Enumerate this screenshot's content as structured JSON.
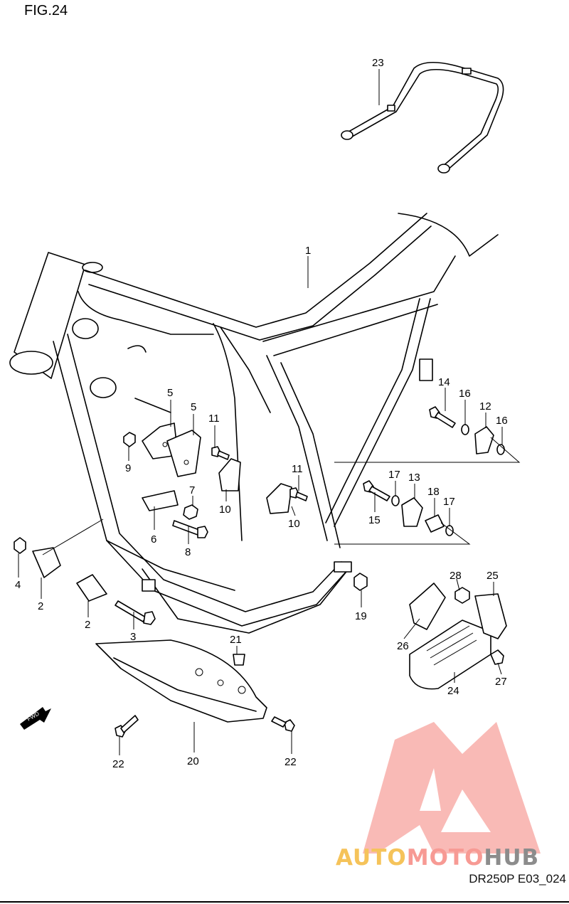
{
  "figure_title": "FIG.24",
  "footer_code": "DR250P E03_024",
  "watermark": {
    "parts": [
      "AUTO",
      "MOTO",
      "HUB"
    ],
    "colors": {
      "auto": "#f5c35a",
      "moto": "#f79a94",
      "hub": "#8c8c8c",
      "logo": "#f47c74"
    }
  },
  "callouts": [
    {
      "id": "c1",
      "label": "1"
    },
    {
      "id": "c2a",
      "label": "2"
    },
    {
      "id": "c2b",
      "label": "2"
    },
    {
      "id": "c3",
      "label": "3"
    },
    {
      "id": "c4",
      "label": "4"
    },
    {
      "id": "c5a",
      "label": "5"
    },
    {
      "id": "c5b",
      "label": "5"
    },
    {
      "id": "c6",
      "label": "6"
    },
    {
      "id": "c7",
      "label": "7"
    },
    {
      "id": "c8",
      "label": "8"
    },
    {
      "id": "c9",
      "label": "9"
    },
    {
      "id": "c10a",
      "label": "10"
    },
    {
      "id": "c10b",
      "label": "10"
    },
    {
      "id": "c11a",
      "label": "11"
    },
    {
      "id": "c11b",
      "label": "11"
    },
    {
      "id": "c12",
      "label": "12"
    },
    {
      "id": "c13",
      "label": "13"
    },
    {
      "id": "c14",
      "label": "14"
    },
    {
      "id": "c15",
      "label": "15"
    },
    {
      "id": "c16a",
      "label": "16"
    },
    {
      "id": "c16b",
      "label": "16"
    },
    {
      "id": "c17a",
      "label": "17"
    },
    {
      "id": "c17b",
      "label": "17"
    },
    {
      "id": "c18",
      "label": "18"
    },
    {
      "id": "c19",
      "label": "19"
    },
    {
      "id": "c20",
      "label": "20"
    },
    {
      "id": "c21",
      "label": "21"
    },
    {
      "id": "c22a",
      "label": "22"
    },
    {
      "id": "c22b",
      "label": "22"
    },
    {
      "id": "c23",
      "label": "23"
    },
    {
      "id": "c24",
      "label": "24"
    },
    {
      "id": "c25",
      "label": "25"
    },
    {
      "id": "c26",
      "label": "26"
    },
    {
      "id": "c27",
      "label": "27"
    },
    {
      "id": "c28",
      "label": "28"
    }
  ],
  "fwd_label": "FWD"
}
